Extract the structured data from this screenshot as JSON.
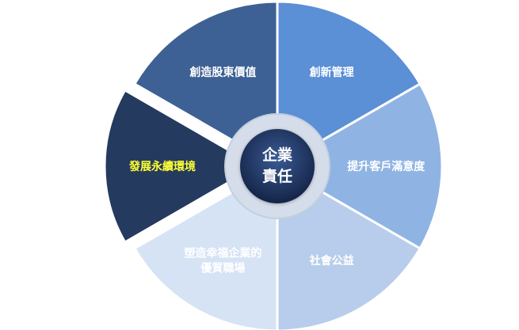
{
  "diagram": {
    "center": {
      "lines": [
        "企業",
        "責任"
      ]
    },
    "segments": [
      {
        "id": "innovative-management",
        "lines": [
          "創新管理"
        ],
        "color": "#5b8fd6",
        "text_color": "#ffffff"
      },
      {
        "id": "customer-satisfaction",
        "lines": [
          "提升客戶滿意度"
        ],
        "color": "#8fb4e3",
        "text_color": "#ffffff"
      },
      {
        "id": "social-welfare",
        "lines": [
          "社會公益"
        ],
        "color": "#b8cdeb",
        "text_color": "#ffffff"
      },
      {
        "id": "happy-workplace",
        "lines": [
          "塑造幸福企業的",
          "優質職場"
        ],
        "color": "#d6e3f5",
        "text_color": "#ffffff"
      },
      {
        "id": "sustainable-environment",
        "lines": [
          "發展永續環境"
        ],
        "color": "#243a5e",
        "text_color": "#ffff33",
        "exploded": true
      },
      {
        "id": "shareholder-value",
        "lines": [
          "創造股東價值"
        ],
        "color": "#3d6194",
        "text_color": "#ffffff"
      }
    ],
    "colors": {
      "hub_fill": "#1e3260",
      "hub_ring": "#d4dde9",
      "hub_ring_inner": "#c3cfe0"
    }
  }
}
